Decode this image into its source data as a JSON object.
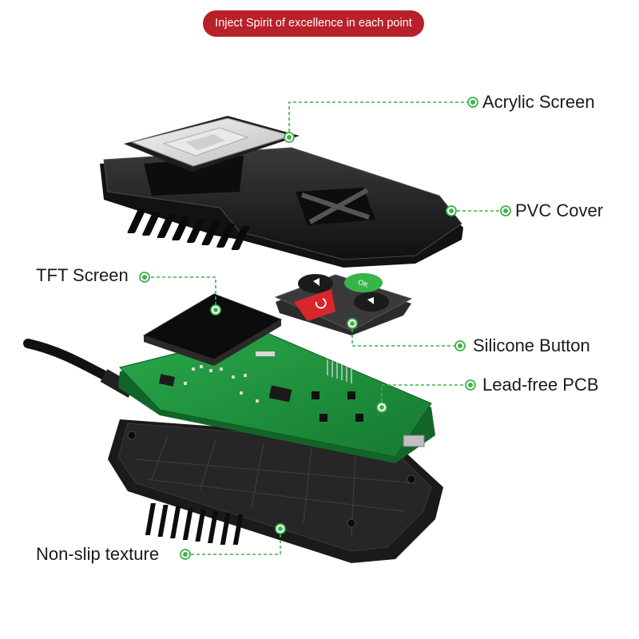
{
  "banner": {
    "text": "Inject Spirit of excellence in each point"
  },
  "callouts": {
    "acrylic_screen": "Acrylic Screen",
    "pvc_cover": "PVC Cover",
    "tft_screen": "TFT Screen",
    "silicone_button": "Silicone Button",
    "lead_free_pcb": "Lead-free PCB",
    "non_slip_texture": "Non-slip texture"
  },
  "colors": {
    "banner_red": "#b8202a",
    "callout_green": "#3db34a",
    "pcb_green": "#1f8f3a",
    "housing_black": "#1b1b1b",
    "button_red": "#d9262c"
  },
  "icons": {
    "callout_marker": "green-ring-dot",
    "button_up": "triangle-up",
    "button_down": "triangle-down",
    "button_back": "return-arrow",
    "button_ok": "ok-text"
  },
  "ok_button_text": "OK"
}
